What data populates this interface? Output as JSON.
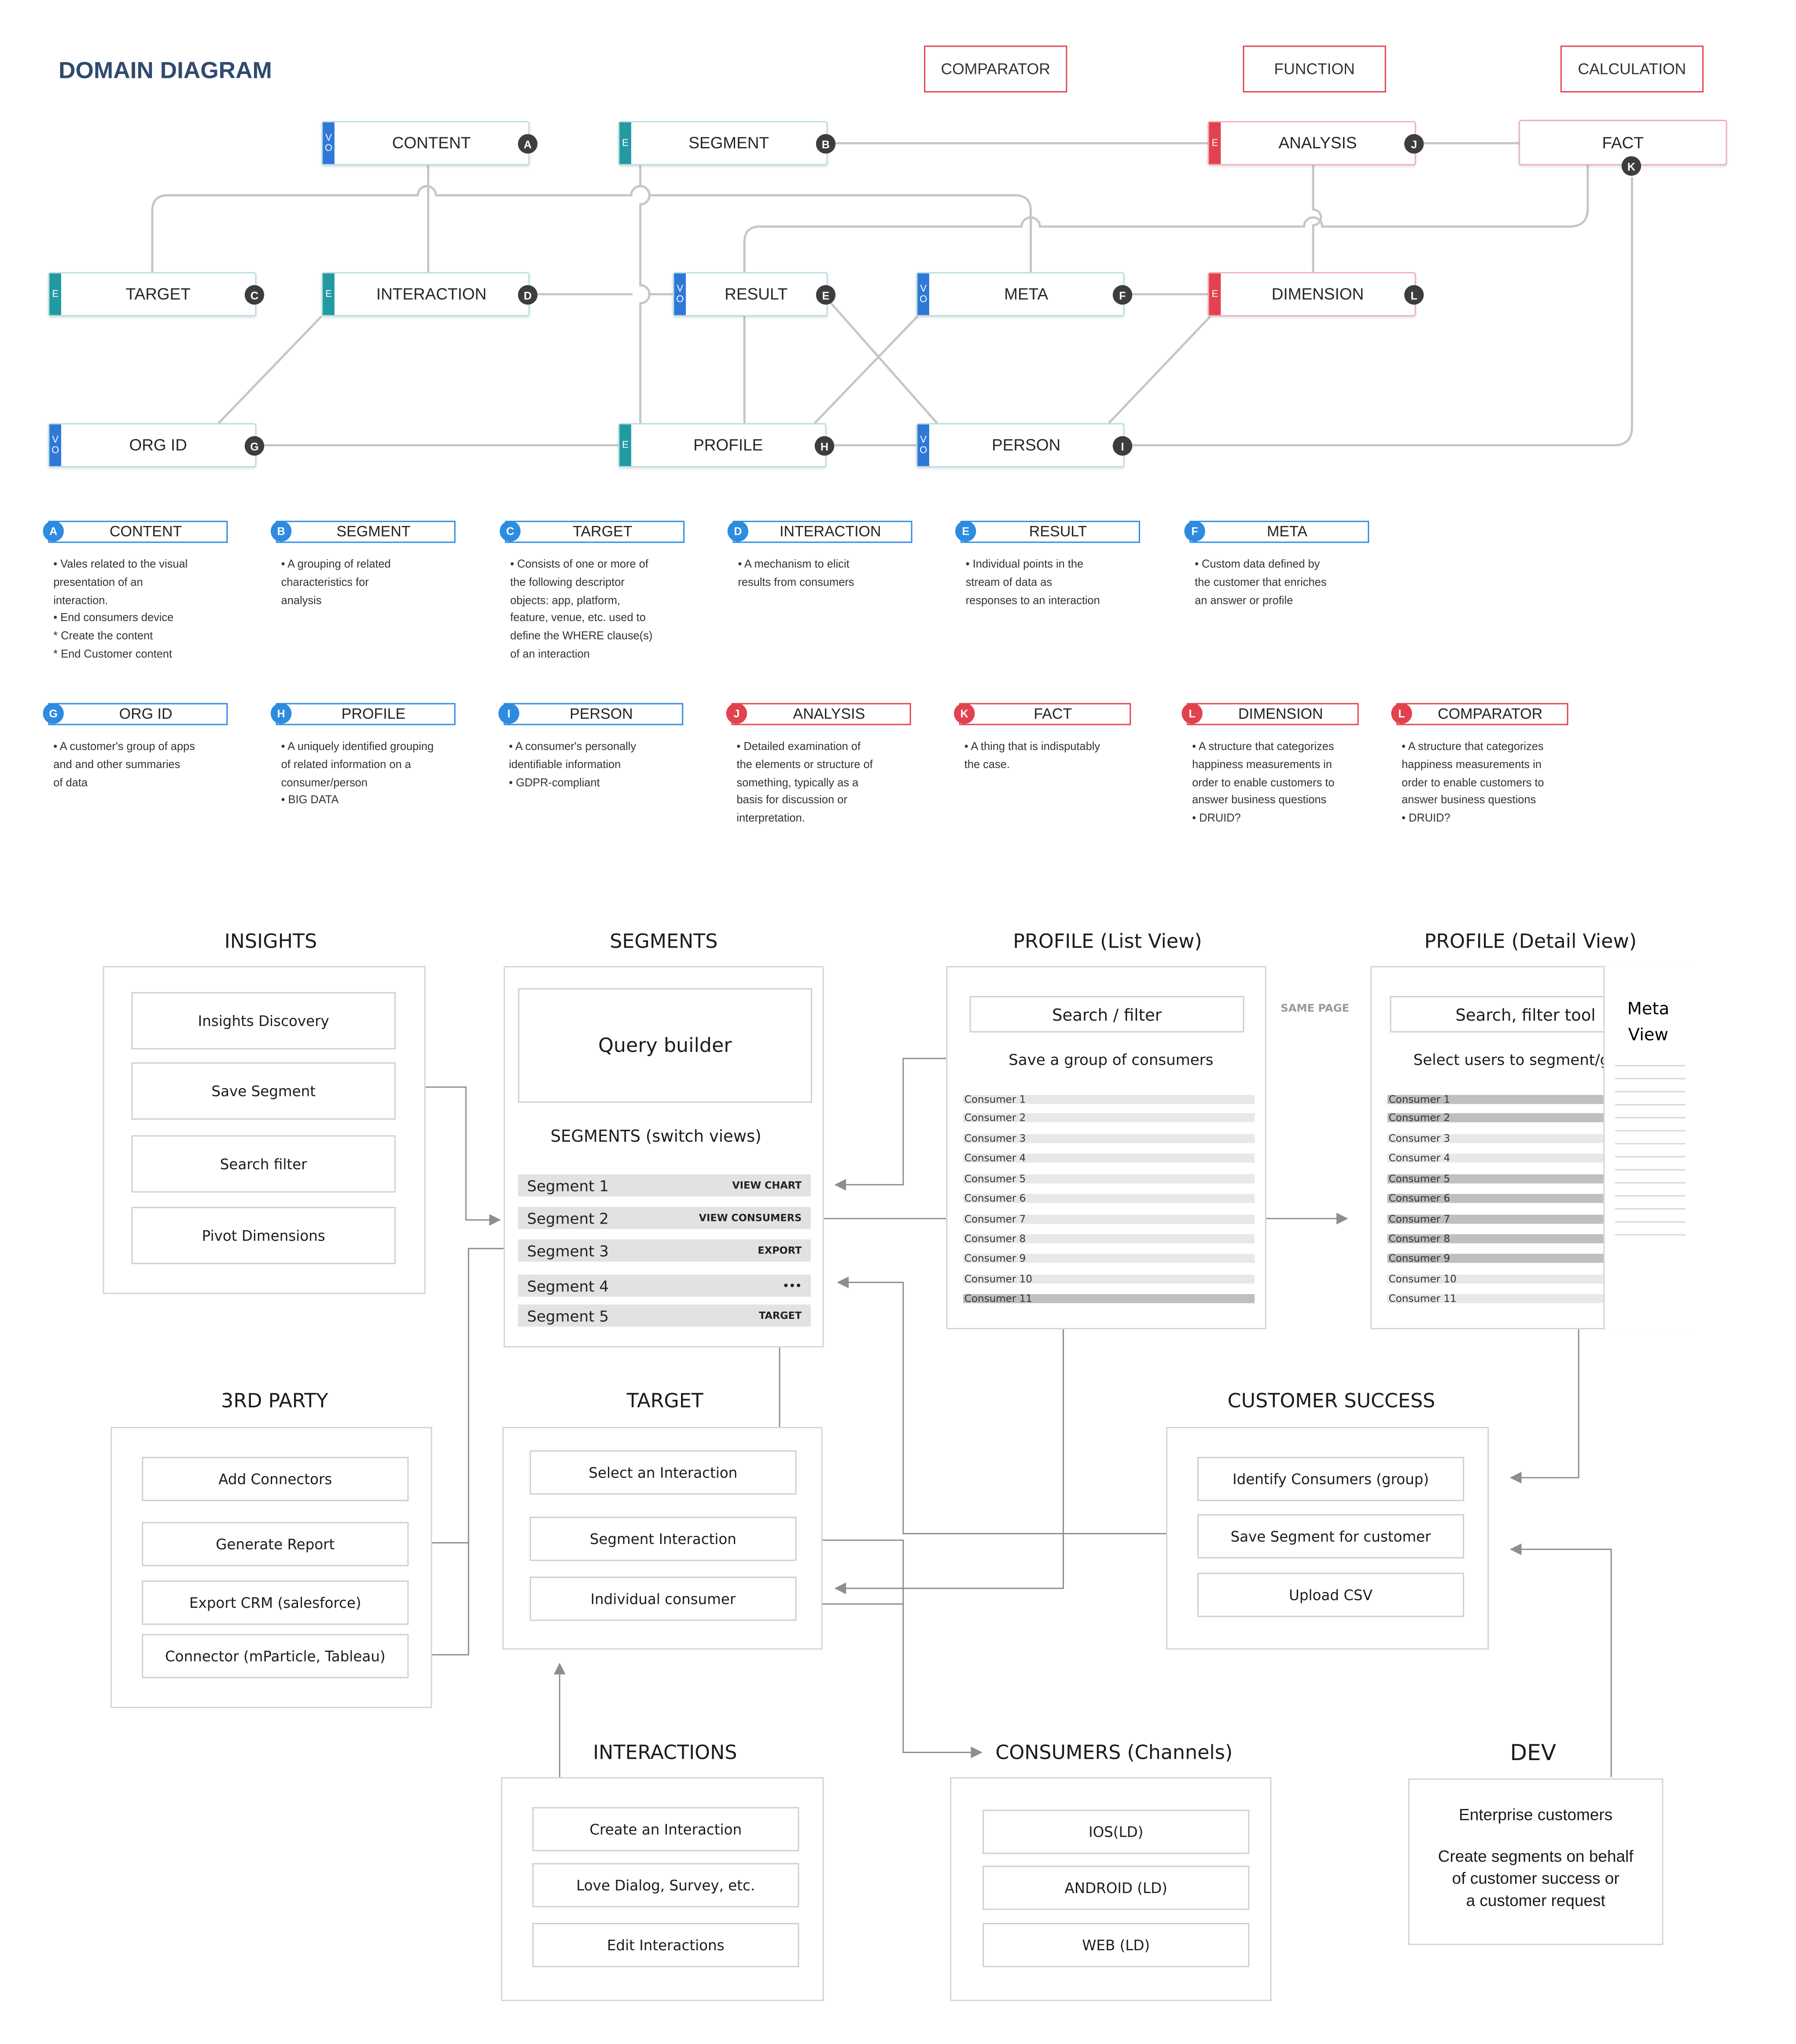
{
  "domain_diagram": {
    "title": "DOMAIN DIAGRAM",
    "top_labels": {
      "comparator": "COMPARATOR",
      "function": "FUNCTION",
      "calculation": "CALCULATION"
    },
    "entities": {
      "content": {
        "name": "CONTENT",
        "letter": "A",
        "kind": "VO"
      },
      "segment": {
        "name": "SEGMENT",
        "letter": "B",
        "kind": "E"
      },
      "target": {
        "name": "TARGET",
        "letter": "C",
        "kind": "E"
      },
      "interaction": {
        "name": "INTERACTION",
        "letter": "D",
        "kind": "E"
      },
      "result": {
        "name": "RESULT",
        "letter": "E",
        "kind": "VO"
      },
      "meta": {
        "name": "META",
        "letter": "F",
        "kind": "VO"
      },
      "orgid": {
        "name": "ORG ID",
        "letter": "G",
        "kind": "VO"
      },
      "profile": {
        "name": "PROFILE",
        "letter": "H",
        "kind": "E"
      },
      "person": {
        "name": "PERSON",
        "letter": "I",
        "kind": "VO"
      },
      "analysis": {
        "name": "ANALYSIS",
        "letter": "J",
        "kind": "E"
      },
      "dimension": {
        "name": "DIMENSION",
        "letter": "L",
        "kind": "E"
      },
      "fact": {
        "name": "FACT",
        "letter": "K",
        "kind": ""
      }
    },
    "legend": [
      {
        "letter": "A",
        "title": "CONTENT",
        "desc": "• Vales related to the visual\npresentation of an\ninteraction.\n• End consumers device\n* Create the content\n* End Customer content"
      },
      {
        "letter": "B",
        "title": "SEGMENT",
        "desc": "• A grouping of related\ncharacteristics for\nanalysis"
      },
      {
        "letter": "C",
        "title": "TARGET",
        "desc": "• Consists of one or more of\nthe following descriptor\nobjects: app, platform,\nfeature, venue, etc. used to\ndefine the WHERE clause(s)\nof an interaction"
      },
      {
        "letter": "D",
        "title": "INTERACTION",
        "desc": "• A mechanism to elicit\nresults from consumers"
      },
      {
        "letter": "E",
        "title": "RESULT",
        "desc": "• Individual points in the\nstream of data as\nresponses to an interaction"
      },
      {
        "letter": "F",
        "title": "META",
        "desc": "• Custom data defined by\nthe customer that enriches\nan answer or profile"
      },
      {
        "letter": "G",
        "title": "ORG ID",
        "desc": "• A customer's group of apps\nand and other summaries\nof data"
      },
      {
        "letter": "H",
        "title": "PROFILE",
        "desc": "• A uniquely identified grouping\nof related information on a\nconsumer/person\n• BIG DATA"
      },
      {
        "letter": "I",
        "title": "PERSON",
        "desc": "•  A consumer's personally\nidentifiable information\n• GDPR-compliant"
      },
      {
        "letter": "J",
        "title": "ANALYSIS",
        "desc": "•  Detailed examination of\nthe elements or structure of\nsomething, typically as a\nbasis for discussion or\ninterpretation."
      },
      {
        "letter": "K",
        "title": "FACT",
        "desc": "•  A thing that is indisputably\nthe case."
      },
      {
        "letter": "L",
        "title": "DIMENSION",
        "desc": "• A structure that categorizes\nhappiness measurements in\norder to enable customers to\nanswer business questions\n• DRUID?"
      },
      {
        "letter": "L",
        "title": "COMPARATOR",
        "desc": "• A structure that categorizes\nhappiness measurements in\norder to enable customers to\nanswer business questions\n• DRUID?"
      }
    ]
  },
  "flow": {
    "insights": {
      "title": "INSIGHTS",
      "items": [
        "Insights Discovery",
        "Save Segment",
        "Search filter",
        "Pivot Dimensions"
      ]
    },
    "segments": {
      "title": "SEGMENTS",
      "query_builder": "Query builder",
      "switch_label": "SEGMENTS (switch views)",
      "rows": [
        {
          "name": "Segment 1",
          "action": "VIEW CHART"
        },
        {
          "name": "Segment 2",
          "action": "VIEW CONSUMERS"
        },
        {
          "name": "Segment 3",
          "action": "EXPORT"
        },
        {
          "name": "Segment 4",
          "action": "•••"
        },
        {
          "name": "Segment 5",
          "action": "TARGET"
        }
      ]
    },
    "profile_list": {
      "title": "PROFILE (List View)",
      "search": "Search / filter",
      "save": "Save a group of consumers",
      "consumers": [
        "Consumer 1",
        "Consumer 2",
        "Consumer 3",
        "Consumer 4",
        "Consumer 5",
        "Consumer 6",
        "Consumer 7",
        "Consumer 8",
        "Consumer 9",
        "Consumer 10",
        "Consumer 11"
      ]
    },
    "same_page": "SAME PAGE",
    "profile_detail": {
      "title": "PROFILE (Detail View)",
      "search": "Search, filter tool",
      "select": "Select users to segment/g",
      "meta_view": "Meta\nView",
      "consumers": [
        "Consumer 1",
        "Consumer 2",
        "Consumer 3",
        "Consumer 4",
        "Consumer 5",
        "Consumer 6",
        "Consumer 7",
        "Consumer 8",
        "Consumer 9",
        "Consumer 10",
        "Consumer 11"
      ]
    },
    "third_party": {
      "title": "3RD PARTY",
      "items": [
        "Add Connectors",
        "Generate Report",
        "Export CRM (salesforce)",
        "Connector (mParticle, Tableau)"
      ]
    },
    "target": {
      "title": "TARGET",
      "items": [
        "Select an Interaction",
        "Segment Interaction",
        "Individual consumer"
      ]
    },
    "customer_success": {
      "title": "CUSTOMER SUCCESS",
      "items": [
        "Identify Consumers (group)",
        "Save Segment for customer",
        "Upload CSV"
      ]
    },
    "interactions": {
      "title": "INTERACTIONS",
      "items": [
        "Create an Interaction",
        "Love Dialog, Survey, etc.",
        "Edit Interactions"
      ]
    },
    "consumers": {
      "title": "CONSUMERS (Channels)",
      "items": [
        "IOS(LD)",
        "ANDROID (LD)",
        "WEB (LD)"
      ]
    },
    "dev": {
      "title": "DEV",
      "line1": "Enterprise customers",
      "line2": "Create segments on behalf\nof customer success or\na customer request"
    }
  }
}
